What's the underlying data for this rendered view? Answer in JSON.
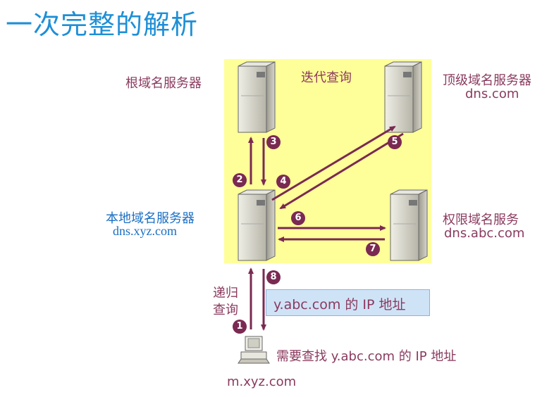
{
  "title": "一次完整的解析",
  "iterative_label": "迭代查询",
  "root_server": {
    "label": "根域名服务器"
  },
  "tld_server": {
    "label": "顶级域名服务器",
    "domain": "dns.com"
  },
  "local_server": {
    "label": "本地域名服务器",
    "domain": "dns.xyz.com"
  },
  "auth_server": {
    "label": "权限域名服务",
    "domain": "dns.abc.com"
  },
  "recursive_label_line1": "递归",
  "recursive_label_line2": "查询",
  "answer_box": "y.abc.com 的 IP 地址",
  "client": {
    "query": "需要查找 y.abc.com 的 IP 地址",
    "host": "m.xyz.com"
  },
  "steps": [
    "1",
    "2",
    "3",
    "4",
    "5",
    "6",
    "7",
    "8"
  ],
  "colors": {
    "arrow": "#7a2a52",
    "highlight": "#ffff99",
    "title": "#1e8fd6"
  }
}
